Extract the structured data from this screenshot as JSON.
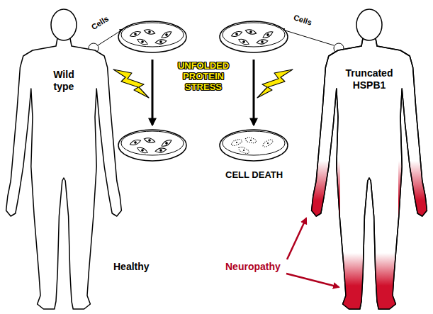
{
  "diagram": {
    "nodes": [
      {
        "text": [
          "Wild type"
        ]
      },
      {
        "text": [
          "Truncated HSPB1"
        ]
      }
    ],
    "labels": [
      "Cells",
      "Cells",
      "UNFOLDED PROTEIN STRESS",
      "CELL DEATH",
      "Healthy",
      "Neuropathy"
    ]
  }
}
